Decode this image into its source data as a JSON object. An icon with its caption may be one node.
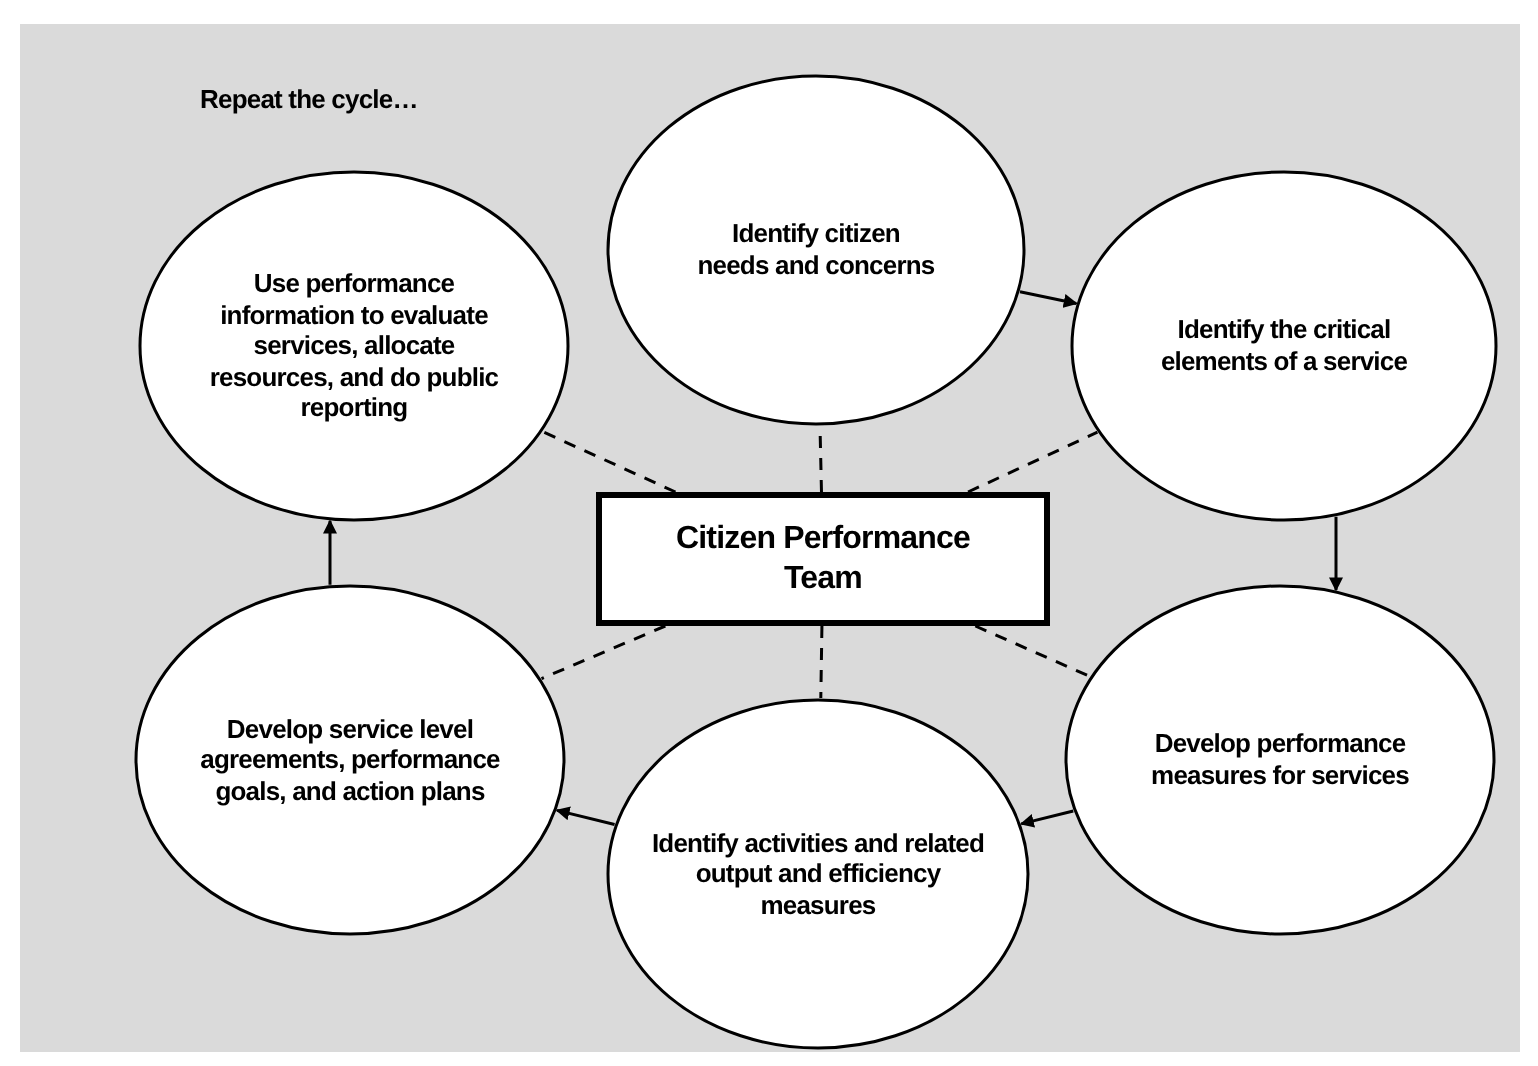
{
  "diagram": {
    "nodes": [
      {
        "text": [
          "Use performance information to evaluate services, allocate resources, and do public reporting"
        ]
      },
      {
        "text": [
          "Identify citizen needs and concerns"
        ]
      },
      {
        "text": [
          "Identify the critical elements of a service"
        ]
      },
      {
        "text": [
          "Citizen Performance Team"
        ]
      },
      {
        "text": [
          "Develop service level agreements, performance goals, and action plans"
        ]
      },
      {
        "text": [
          "Identify activities and related output and efficiency measures"
        ]
      },
      {
        "text": [
          "Develop performance measures for services"
        ]
      }
    ],
    "edges": [
      {
        "from": 1,
        "to": 2,
        "arrow": "to"
      },
      {
        "from": 2,
        "to": 6,
        "arrow": "to"
      },
      {
        "from": 6,
        "to": 5,
        "arrow": "to"
      },
      {
        "from": 5,
        "to": 4,
        "arrow": "to"
      },
      {
        "from": 4,
        "to": 0,
        "arrow": "to"
      },
      {
        "from": 3,
        "to": 0,
        "arrow": "none",
        "style": "dashed"
      },
      {
        "from": 3,
        "to": 1,
        "arrow": "none",
        "style": "dashed"
      },
      {
        "from": 3,
        "to": 2,
        "arrow": "none",
        "style": "dashed"
      },
      {
        "from": 3,
        "to": 4,
        "arrow": "none",
        "style": "dashed"
      },
      {
        "from": 3,
        "to": 5,
        "arrow": "none",
        "style": "dashed"
      },
      {
        "from": 3,
        "to": 6,
        "arrow": "none",
        "style": "dashed"
      }
    ],
    "labels": [
      "Repeat the cycle…"
    ]
  }
}
